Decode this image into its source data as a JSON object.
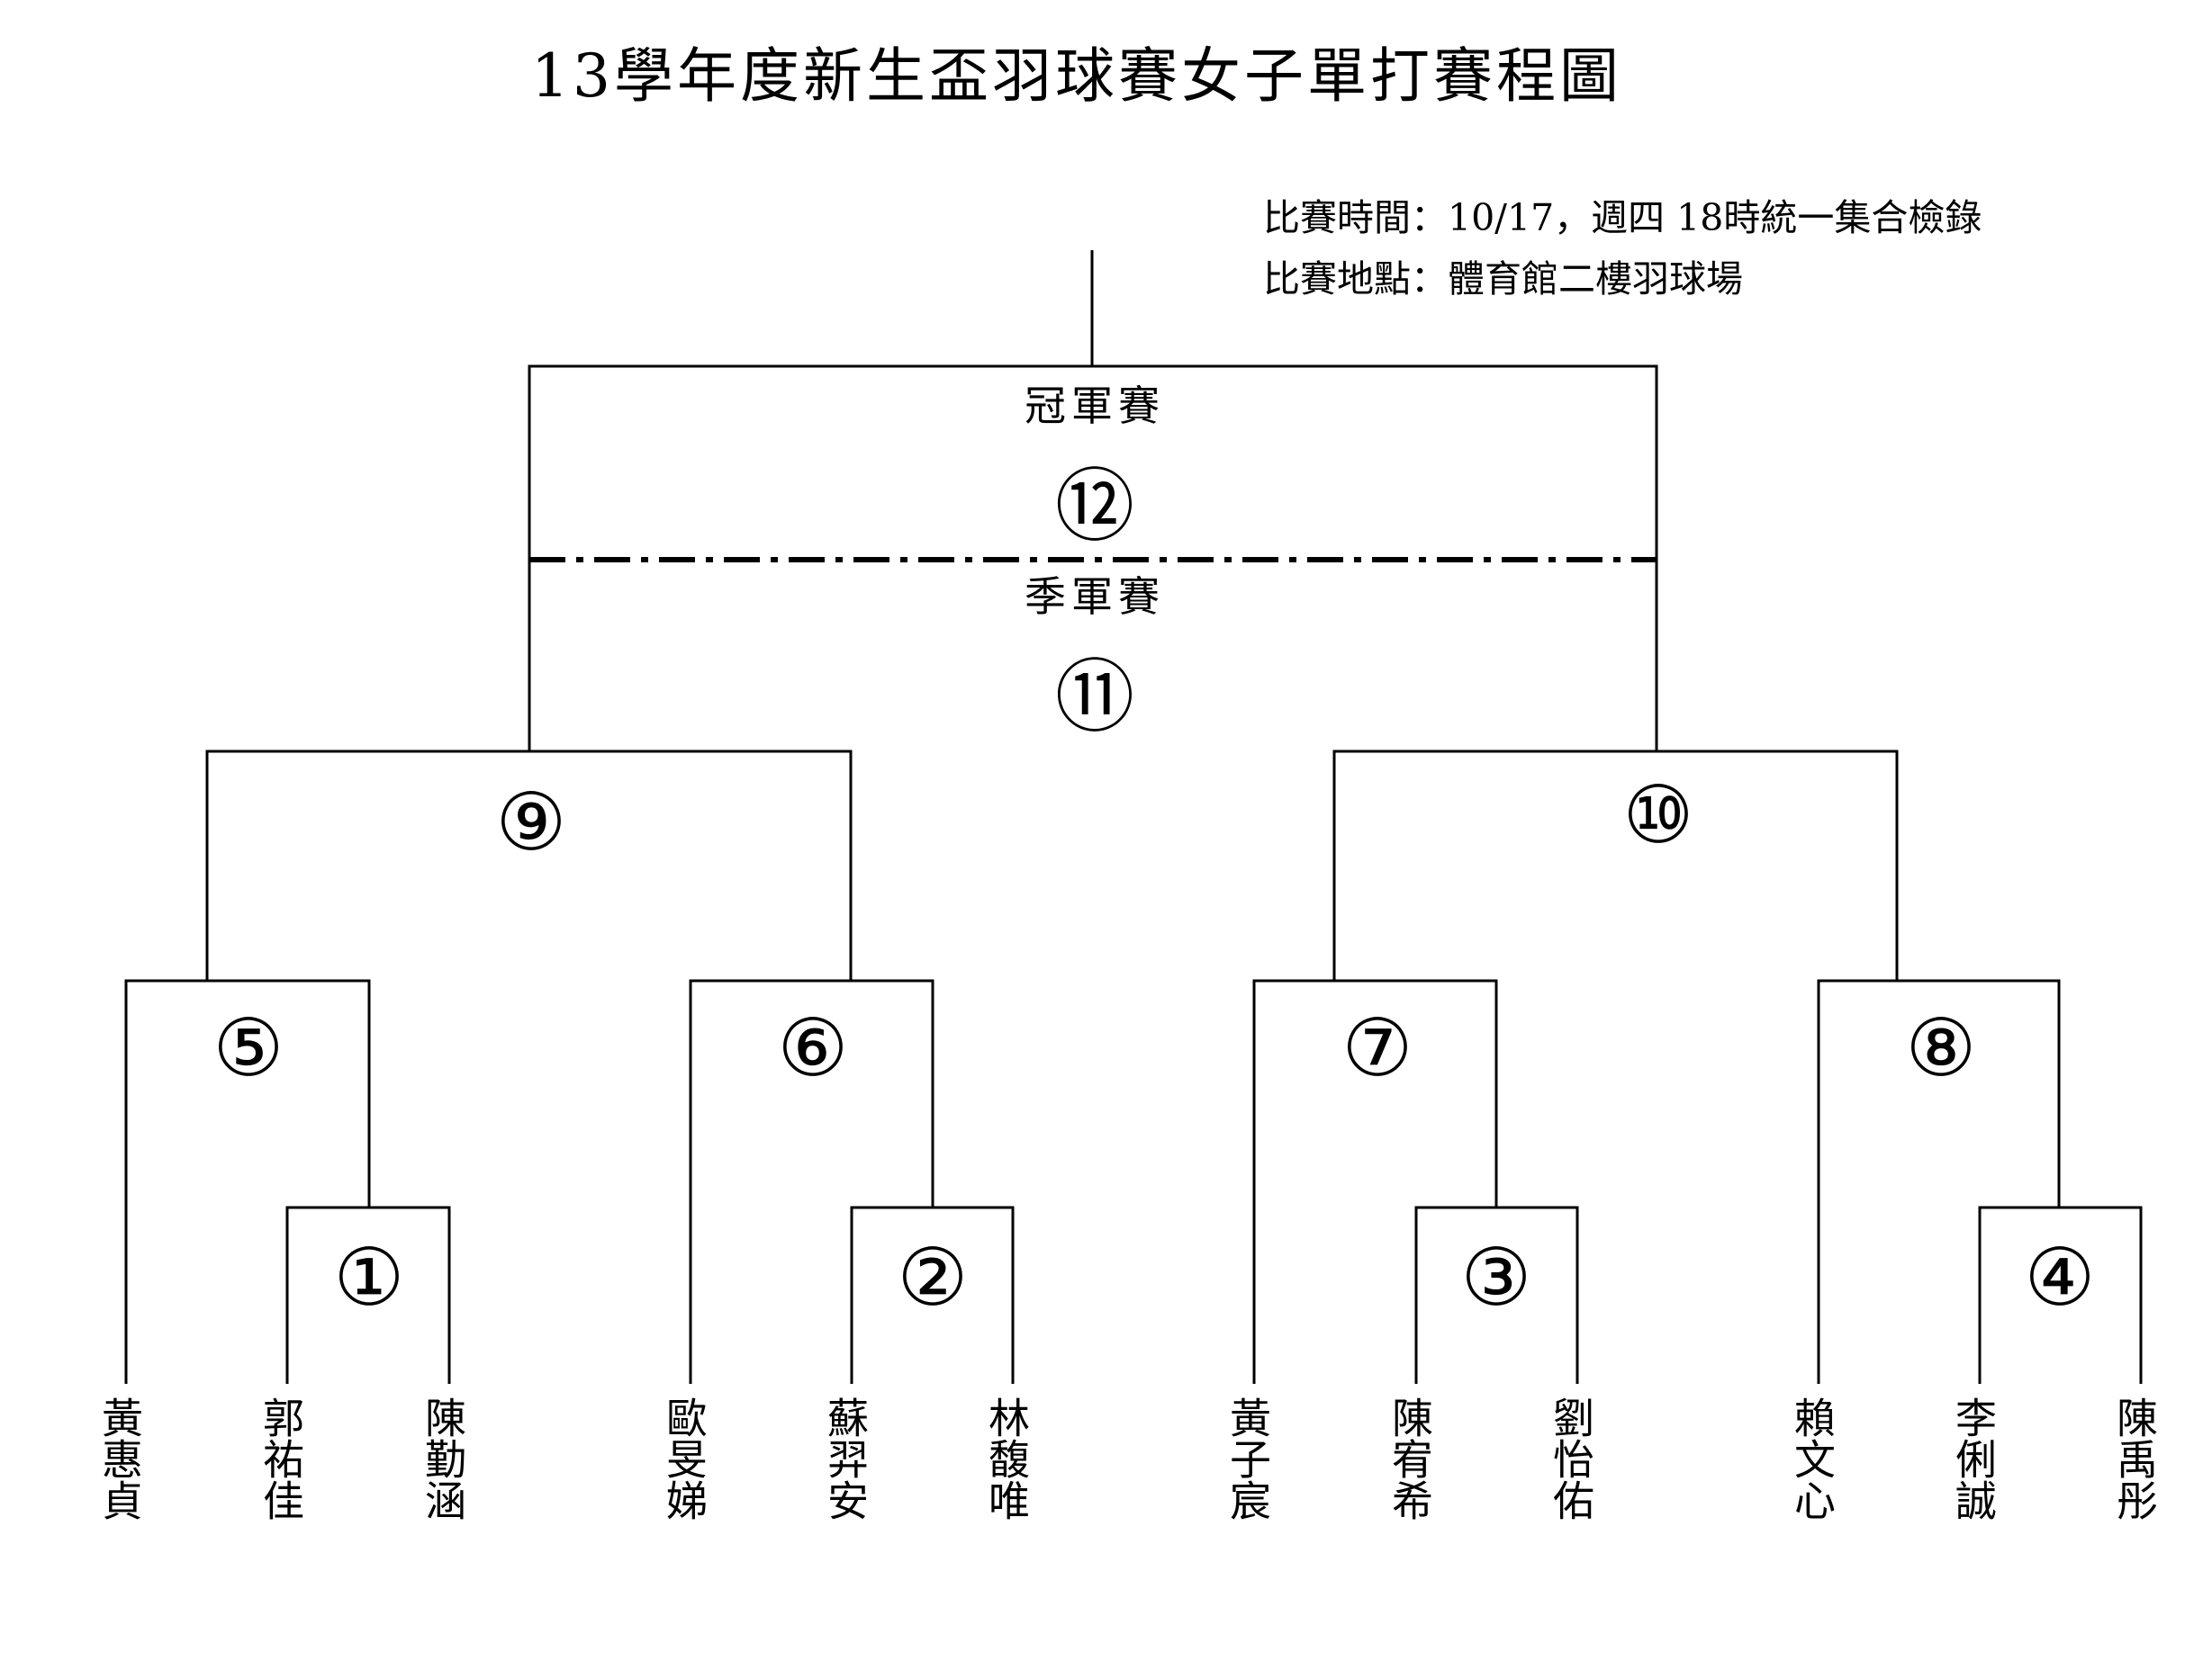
{
  "title": "13學年度新生盃羽球賽女子單打賽程圖",
  "info": {
    "time": "比賽時間：10/17，週四 18時統一集合檢錄",
    "place": "比賽地點：體育館二樓羽球場"
  },
  "rounds": {
    "final_label": "冠軍賽",
    "final_number": "⑫",
    "third_label": "季軍賽",
    "third_number": "⑪"
  },
  "matches": {
    "m1": "①",
    "m2": "②",
    "m3": "③",
    "m4": "④",
    "m5": "⑤",
    "m6": "⑥",
    "m7": "⑦",
    "m8": "⑧",
    "m9": "⑨",
    "m10": "⑩"
  },
  "players": [
    "黃惠貞",
    "郭祐佳",
    "陳勤涵",
    "歐旻娣",
    "蘇羿安",
    "林馥唯",
    "黃子宸",
    "陳宥希",
    "劉怡佑",
    "賴文心",
    "李俐誠",
    "陳禹彤"
  ]
}
